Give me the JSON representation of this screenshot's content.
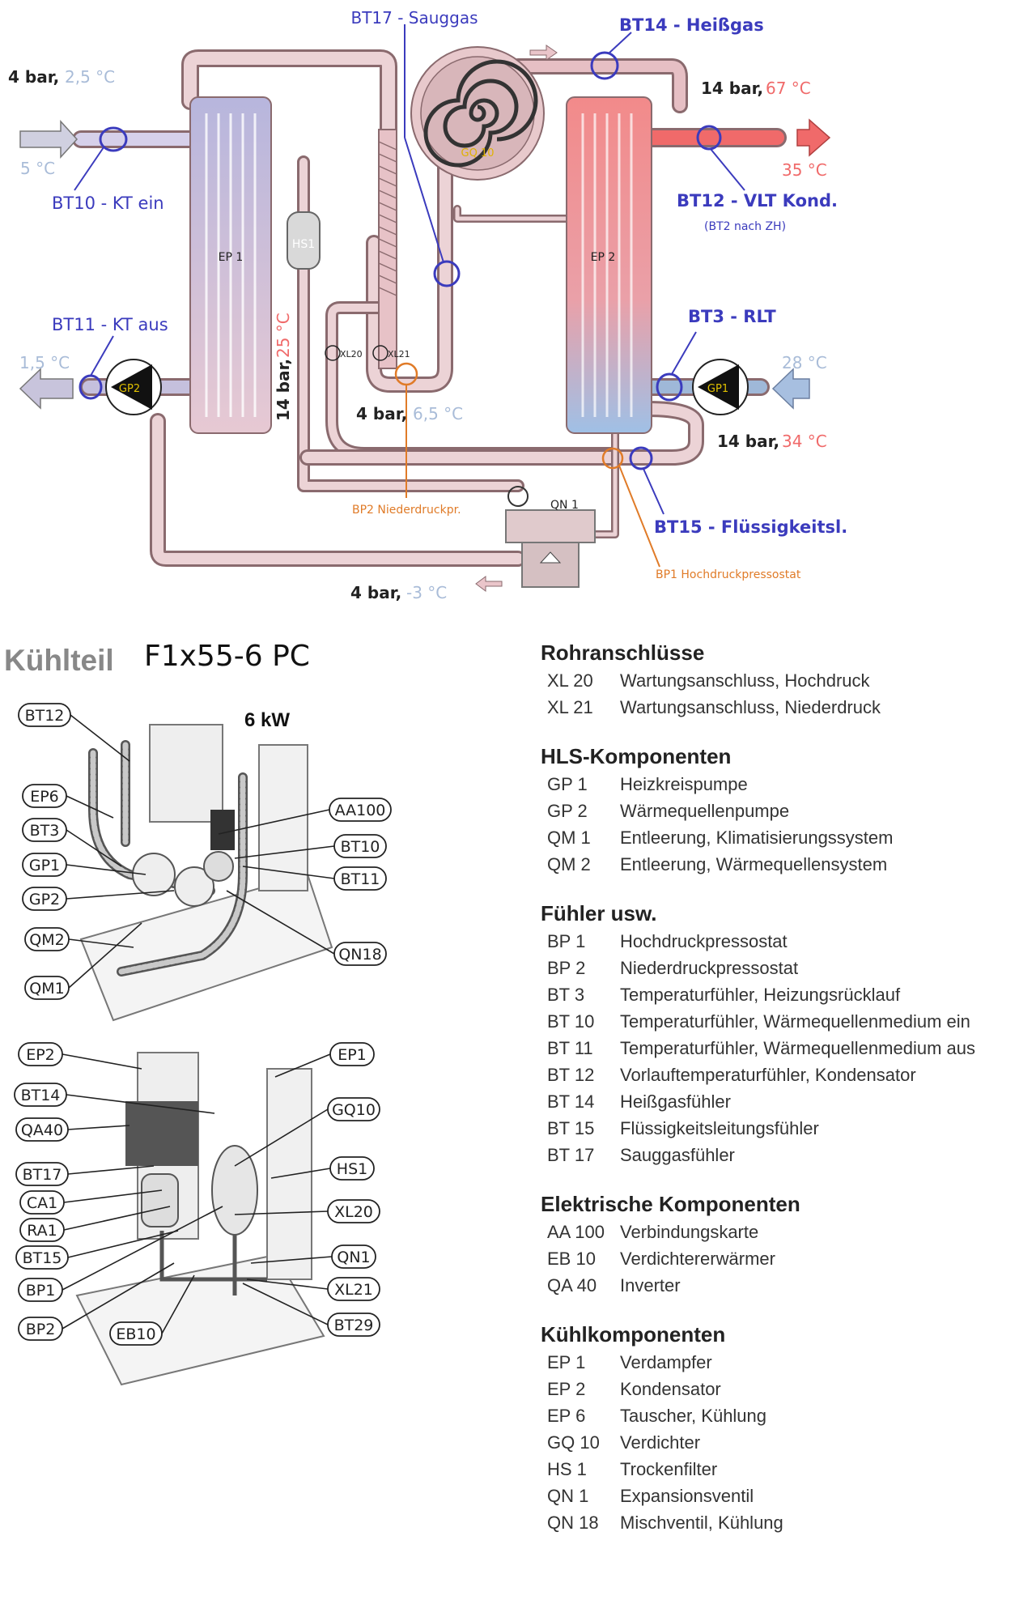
{
  "schematic": {
    "labels": {
      "bt17": "BT17 - Sauggas",
      "bt14": "BT14 - Heißgas",
      "bt10": "BT10 - KT ein",
      "bt11": "BT11 - KT aus",
      "bt12": "BT12 -  VLT Kond.",
      "bt12_note": "(BT2 nach ZH)",
      "bt3": "BT3 - RLT",
      "bt15": "BT15 - Flüssigkeitsl.",
      "bp2": "BP2 Niederdruckpr.",
      "bp1": "BP1 Hochdruckpressostat"
    },
    "components": {
      "ep1": "EP 1",
      "ep2": "EP 2",
      "hs1": "HS1",
      "gq10": "GQ 10",
      "gp1": "GP1",
      "gp2": "GP2",
      "qn1": "QN 1",
      "xl20": "XL20",
      "xl21": "XL21"
    },
    "states": {
      "evap_in_pressure": "4 bar,",
      "evap_in_temp": "2,5 °C",
      "bt10_temp": "5 °C",
      "bt11_temp": "1,5 °C",
      "vertical_pressure": "14 bar,",
      "vertical_temp": "25 °C",
      "suction_pressure": "4 bar,",
      "suction_temp": "6,5 °C",
      "hotgas_pressure": "14 bar,",
      "hotgas_temp": "67 °C",
      "flow_temp": "35 °C",
      "return_temp": "28 °C",
      "liquid_pressure": "14 bar,",
      "liquid_temp": "34 °C",
      "exp_pressure": "4 bar,",
      "exp_temp": "-3 °C"
    }
  },
  "title": {
    "section": "Kühlteil",
    "model": "F1x55-6 PC",
    "power": "6 kW"
  },
  "callouts_top": [
    "BT12",
    "EP6",
    "BT3",
    "GP1",
    "GP2",
    "QM2",
    "QM1",
    "AA100",
    "BT10",
    "BT11",
    "QN18"
  ],
  "callouts_bottom": [
    "EP2",
    "BT14",
    "QA40",
    "BT17",
    "CA1",
    "RA1",
    "BT15",
    "BP1",
    "BP2",
    "EB10",
    "EP1",
    "GQ10",
    "HS1",
    "XL20",
    "QN1",
    "XL21",
    "BT29"
  ],
  "legend": [
    {
      "title": "Rohranschlüsse",
      "items": [
        [
          "XL 20",
          "Wartungsanschluss, Hochdruck"
        ],
        [
          "XL 21",
          "Wartungsanschluss, Niederdruck"
        ]
      ]
    },
    {
      "title": "HLS-Komponenten",
      "items": [
        [
          "GP 1",
          "Heizkreispumpe"
        ],
        [
          "GP 2",
          "Wärmequellenpumpe"
        ],
        [
          "QM 1",
          "Entleerung, Klimatisierungssystem"
        ],
        [
          "QM 2",
          "Entleerung, Wärmequellensystem"
        ]
      ]
    },
    {
      "title": "Fühler usw.",
      "items": [
        [
          "BP 1",
          "Hochdruckpressostat"
        ],
        [
          "BP 2",
          "Niederdruckpressostat"
        ],
        [
          "BT 3",
          "Temperaturfühler, Heizungsrücklauf"
        ],
        [
          "BT 10",
          "Temperaturfühler, Wärmequellenmedium ein"
        ],
        [
          "BT 11",
          "Temperaturfühler, Wärmequellenmedium aus"
        ],
        [
          "BT 12",
          "Vorlauftemperaturfühler, Kondensator"
        ],
        [
          "BT 14",
          "Heißgasfühler"
        ],
        [
          "BT 15",
          "Flüssigkeitsleitungsfühler"
        ],
        [
          "BT 17",
          "Sauggasfühler"
        ]
      ]
    },
    {
      "title": "Elektrische Komponenten",
      "items": [
        [
          "AA 100",
          "Verbindungskarte"
        ],
        [
          "EB 10",
          "Verdichtererwärmer"
        ],
        [
          "QA 40",
          "Inverter"
        ]
      ]
    },
    {
      "title": "Kühlkomponenten",
      "items": [
        [
          "EP 1",
          "Verdampfer"
        ],
        [
          "EP 2",
          "Kondensator"
        ],
        [
          "EP 6",
          "Tauscher, Kühlung"
        ],
        [
          "GQ 10",
          "Verdichter"
        ],
        [
          "HS 1",
          "Trockenfilter"
        ],
        [
          "QN 1",
          "Expansionsventil"
        ],
        [
          "QN 18",
          "Mischventil, Kühlung"
        ]
      ]
    }
  ],
  "colors": {
    "pipe": "#e8c9cc",
    "pipe_edge": "#8a6a6e",
    "blue_label": "#3b3bbd",
    "orange_label": "#e07b28",
    "hot": "#f06a6a",
    "cold": "#9fb8d8"
  }
}
